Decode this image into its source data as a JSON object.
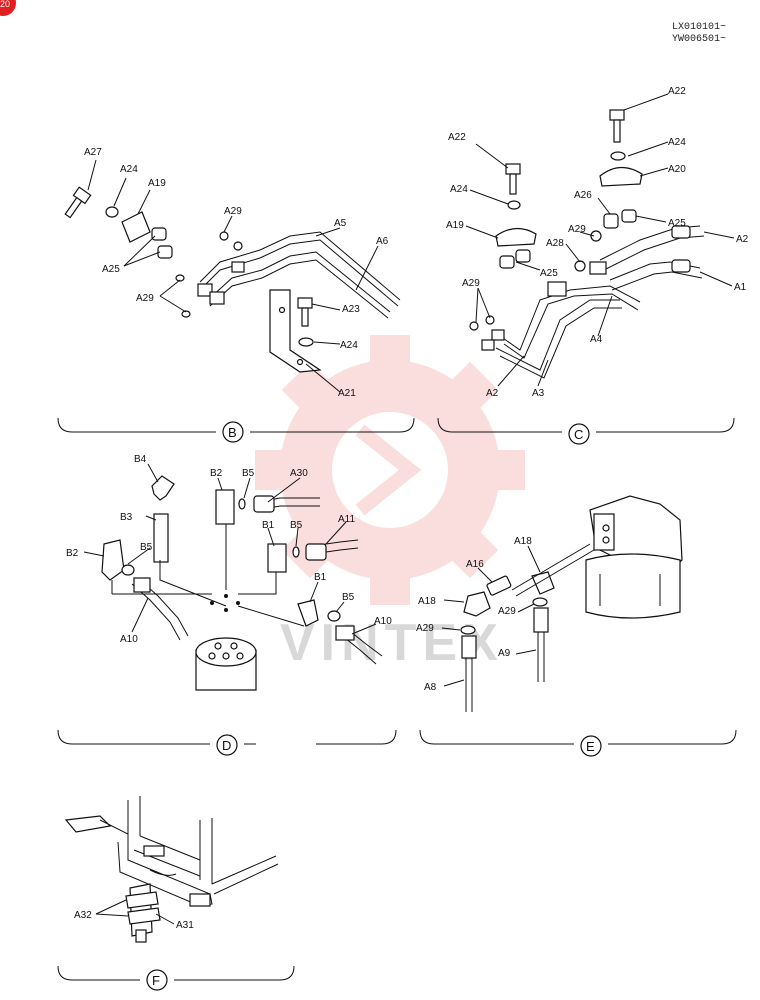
{
  "header": {
    "serial_line_1": "LX010101~",
    "serial_line_2": "YW006501~"
  },
  "badge": {
    "text": "20"
  },
  "watermark": {
    "text": "VINTEX",
    "color": "#f2a0a0"
  },
  "sections": {
    "B": {
      "letter": "B"
    },
    "C": {
      "letter": "C"
    },
    "D": {
      "letter": "D"
    },
    "E": {
      "letter": "E"
    },
    "F": {
      "letter": "F"
    }
  },
  "labels": {
    "B": [
      "A27",
      "A24",
      "A19",
      "A25",
      "A29",
      "A29",
      "A5",
      "A6",
      "A23",
      "A24",
      "A21"
    ],
    "C": [
      "A22",
      "A22",
      "A24",
      "A24",
      "A20",
      "A26",
      "A25",
      "A19",
      "A29",
      "A2",
      "A28",
      "A25",
      "A29",
      "A1",
      "A4",
      "A2",
      "A3"
    ],
    "D": [
      "B4",
      "B2",
      "B5",
      "A30",
      "B3",
      "B1",
      "B5",
      "A11",
      "B2",
      "B5",
      "B1",
      "B5",
      "A10",
      "A10"
    ],
    "E": [
      "A18",
      "A16",
      "A18",
      "A29",
      "A29",
      "A9",
      "A8"
    ],
    "F": [
      "A32",
      "A31"
    ]
  },
  "colors": {
    "line": "#111111",
    "badge": "#e02020"
  }
}
